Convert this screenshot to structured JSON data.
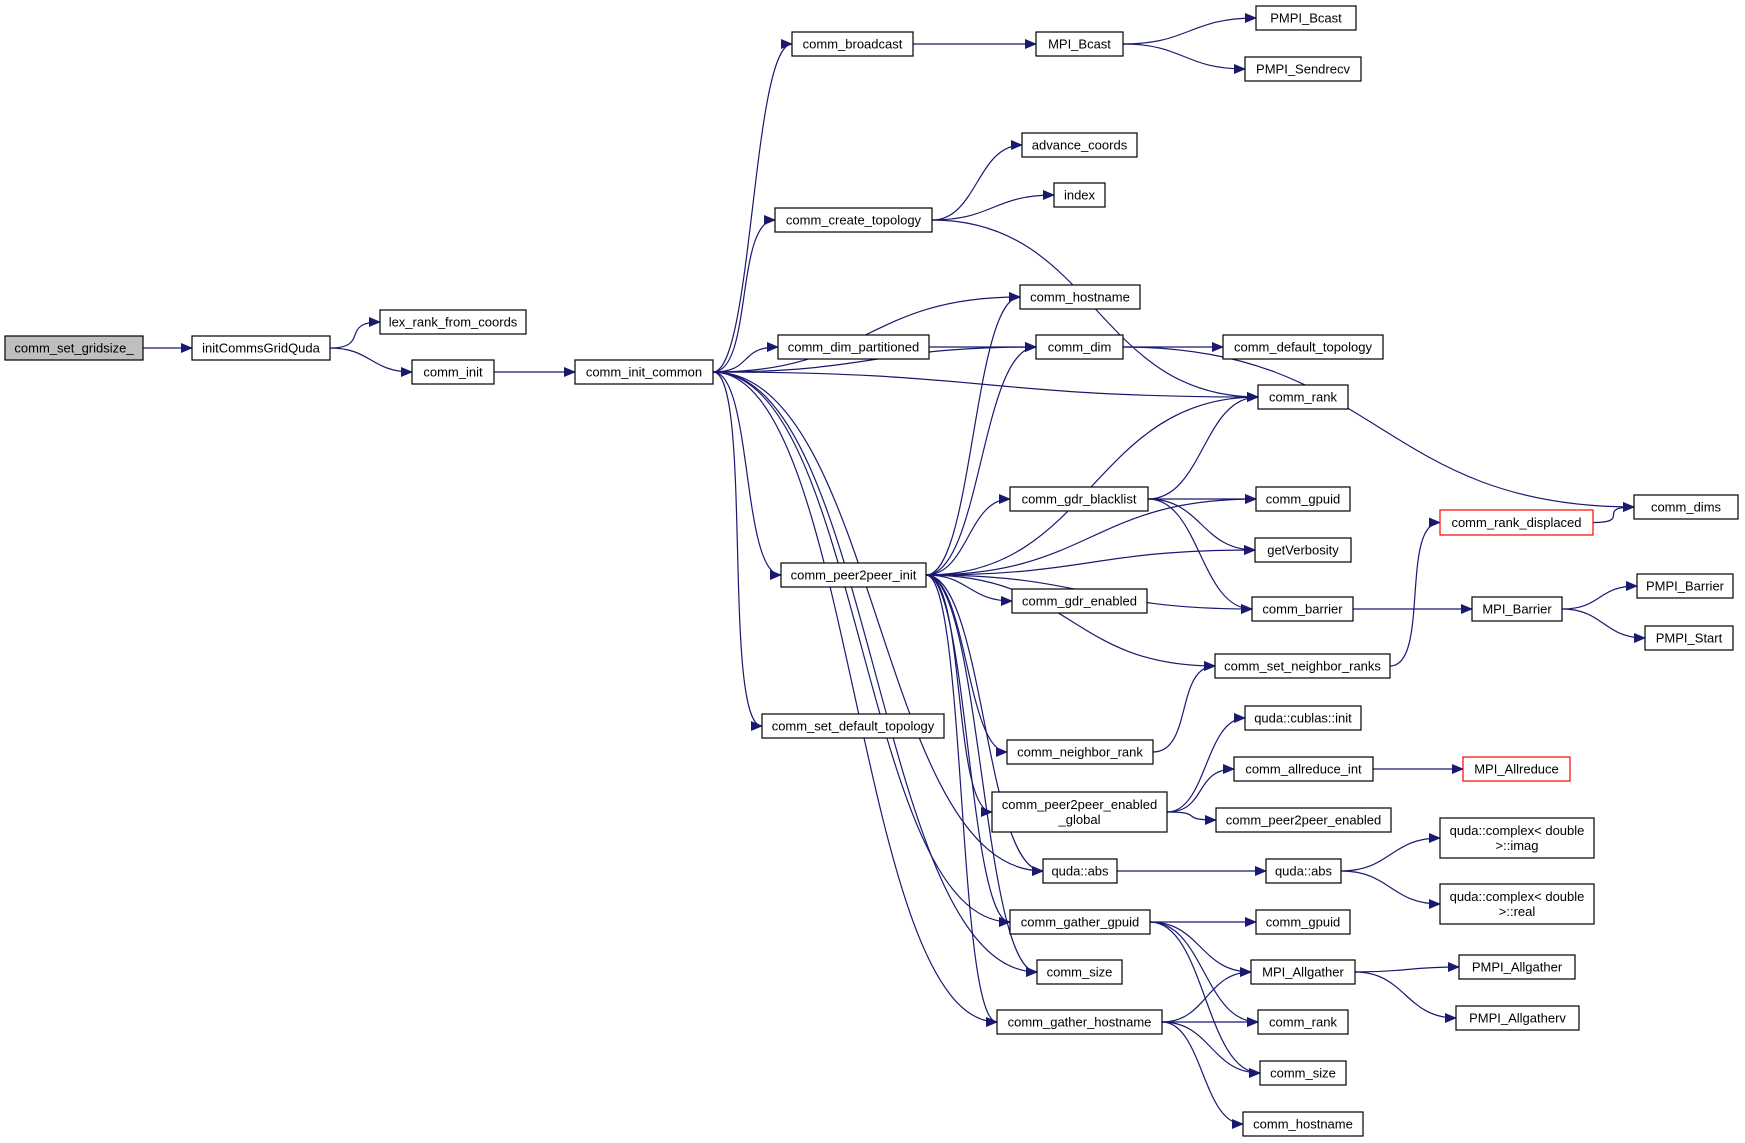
{
  "colors": {
    "edge": "#191970",
    "root_fill": "#bfbfbf",
    "truncated_border": "#ff0000",
    "node_border": "#000000"
  },
  "nodes": [
    {
      "id": "comm_set_gridsize_",
      "label": "comm_set_gridsize_",
      "root": true
    },
    {
      "id": "initCommsGridQuda",
      "label": "initCommsGridQuda"
    },
    {
      "id": "lex_rank_from_coords",
      "label": "lex_rank_from_coords"
    },
    {
      "id": "comm_init",
      "label": "comm_init"
    },
    {
      "id": "comm_init_common",
      "label": "comm_init_common"
    },
    {
      "id": "comm_broadcast",
      "label": "comm_broadcast"
    },
    {
      "id": "MPI_Bcast",
      "label": "MPI_Bcast"
    },
    {
      "id": "PMPI_Bcast",
      "label": "PMPI_Bcast"
    },
    {
      "id": "PMPI_Sendrecv",
      "label": "PMPI_Sendrecv"
    },
    {
      "id": "advance_coords",
      "label": "advance_coords"
    },
    {
      "id": "comm_create_topology",
      "label": "comm_create_topology"
    },
    {
      "id": "index",
      "label": "index"
    },
    {
      "id": "comm_hostname",
      "label": "comm_hostname"
    },
    {
      "id": "comm_dim_partitioned",
      "label": "comm_dim_partitioned"
    },
    {
      "id": "comm_dim",
      "label": "comm_dim"
    },
    {
      "id": "comm_default_topology",
      "label": "comm_default_topology"
    },
    {
      "id": "comm_rank",
      "label": "comm_rank"
    },
    {
      "id": "comm_gdr_blacklist",
      "label": "comm_gdr_blacklist"
    },
    {
      "id": "comm_gpuid",
      "label": "comm_gpuid"
    },
    {
      "id": "comm_rank_displaced",
      "label": "comm_rank_displaced",
      "truncated": true
    },
    {
      "id": "comm_dims",
      "label": "comm_dims"
    },
    {
      "id": "getVerbosity",
      "label": "getVerbosity"
    },
    {
      "id": "comm_peer2peer_init",
      "label": "comm_peer2peer_init"
    },
    {
      "id": "comm_gdr_enabled",
      "label": "comm_gdr_enabled"
    },
    {
      "id": "comm_barrier",
      "label": "comm_barrier"
    },
    {
      "id": "MPI_Barrier",
      "label": "MPI_Barrier"
    },
    {
      "id": "PMPI_Barrier",
      "label": "PMPI_Barrier"
    },
    {
      "id": "PMPI_Start",
      "label": "PMPI_Start"
    },
    {
      "id": "comm_set_neighbor_ranks",
      "label": "comm_set_neighbor_ranks"
    },
    {
      "id": "comm_set_default_topology",
      "label": "comm_set_default_topology"
    },
    {
      "id": "comm_neighbor_rank",
      "label": "comm_neighbor_rank"
    },
    {
      "id": "quda_cublas_init",
      "label": "quda::cublas::init"
    },
    {
      "id": "comm_allreduce_int",
      "label": "comm_allreduce_int"
    },
    {
      "id": "MPI_Allreduce",
      "label": "MPI_Allreduce",
      "truncated": true
    },
    {
      "id": "comm_peer2peer_enabled_global",
      "label": [
        "comm_peer2peer_enabled",
        "_global"
      ]
    },
    {
      "id": "comm_peer2peer_enabled",
      "label": "comm_peer2peer_enabled"
    },
    {
      "id": "quda_complex_imag",
      "label": [
        "quda::complex< double",
        ">::imag"
      ]
    },
    {
      "id": "quda_abs_1",
      "label": "quda::abs"
    },
    {
      "id": "quda_abs_2",
      "label": "quda::abs"
    },
    {
      "id": "quda_complex_real",
      "label": [
        "quda::complex< double",
        ">::real"
      ]
    },
    {
      "id": "comm_gather_gpuid",
      "label": "comm_gather_gpuid"
    },
    {
      "id": "comm_gpuid_2",
      "label": "comm_gpuid"
    },
    {
      "id": "PMPI_Allgather",
      "label": "PMPI_Allgather"
    },
    {
      "id": "comm_size",
      "label": "comm_size"
    },
    {
      "id": "MPI_Allgather",
      "label": "MPI_Allgather"
    },
    {
      "id": "PMPI_Allgatherv",
      "label": "PMPI_Allgatherv"
    },
    {
      "id": "comm_gather_hostname",
      "label": "comm_gather_hostname"
    },
    {
      "id": "comm_rank_2",
      "label": "comm_rank"
    },
    {
      "id": "comm_size_2",
      "label": "comm_size"
    },
    {
      "id": "comm_hostname_2",
      "label": "comm_hostname"
    }
  ],
  "edges": [
    [
      "comm_set_gridsize_",
      "initCommsGridQuda"
    ],
    [
      "initCommsGridQuda",
      "lex_rank_from_coords"
    ],
    [
      "initCommsGridQuda",
      "comm_init"
    ],
    [
      "comm_init",
      "comm_init_common"
    ],
    [
      "comm_init_common",
      "comm_broadcast"
    ],
    [
      "comm_init_common",
      "comm_rank"
    ],
    [
      "comm_init_common",
      "comm_create_topology"
    ],
    [
      "comm_init_common",
      "comm_hostname"
    ],
    [
      "comm_init_common",
      "comm_dim_partitioned"
    ],
    [
      "comm_init_common",
      "comm_dim"
    ],
    [
      "comm_init_common",
      "comm_peer2peer_init"
    ],
    [
      "comm_init_common",
      "comm_set_default_topology"
    ],
    [
      "comm_init_common",
      "comm_size"
    ],
    [
      "comm_init_common",
      "comm_gather_hostname"
    ],
    [
      "comm_init_common",
      "quda_abs_1"
    ],
    [
      "comm_init_common",
      "comm_gather_gpuid"
    ],
    [
      "comm_broadcast",
      "MPI_Bcast"
    ],
    [
      "MPI_Bcast",
      "PMPI_Bcast"
    ],
    [
      "MPI_Bcast",
      "PMPI_Sendrecv"
    ],
    [
      "comm_create_topology",
      "advance_coords"
    ],
    [
      "comm_create_topology",
      "index"
    ],
    [
      "comm_create_topology",
      "comm_rank"
    ],
    [
      "comm_dim_partitioned",
      "comm_dim"
    ],
    [
      "comm_dim",
      "comm_default_topology"
    ],
    [
      "comm_dim",
      "comm_dims"
    ],
    [
      "comm_peer2peer_init",
      "comm_hostname"
    ],
    [
      "comm_peer2peer_init",
      "comm_dim"
    ],
    [
      "comm_peer2peer_init",
      "comm_rank"
    ],
    [
      "comm_peer2peer_init",
      "comm_gpuid"
    ],
    [
      "comm_peer2peer_init",
      "comm_gdr_blacklist"
    ],
    [
      "comm_peer2peer_init",
      "getVerbosity"
    ],
    [
      "comm_peer2peer_init",
      "comm_gdr_enabled"
    ],
    [
      "comm_peer2peer_init",
      "comm_barrier"
    ],
    [
      "comm_peer2peer_init",
      "comm_set_neighbor_ranks"
    ],
    [
      "comm_peer2peer_init",
      "comm_neighbor_rank"
    ],
    [
      "comm_peer2peer_init",
      "comm_peer2peer_enabled_global"
    ],
    [
      "comm_peer2peer_init",
      "quda_abs_1"
    ],
    [
      "comm_peer2peer_init",
      "comm_gather_gpuid"
    ],
    [
      "comm_peer2peer_init",
      "comm_size"
    ],
    [
      "comm_peer2peer_init",
      "comm_gather_hostname"
    ],
    [
      "comm_gdr_blacklist",
      "comm_rank"
    ],
    [
      "comm_gdr_blacklist",
      "comm_gpuid"
    ],
    [
      "comm_gdr_blacklist",
      "getVerbosity"
    ],
    [
      "comm_gdr_blacklist",
      "comm_barrier"
    ],
    [
      "comm_rank_displaced",
      "comm_dims"
    ],
    [
      "comm_barrier",
      "MPI_Barrier"
    ],
    [
      "MPI_Barrier",
      "PMPI_Barrier"
    ],
    [
      "MPI_Barrier",
      "PMPI_Start"
    ],
    [
      "comm_set_neighbor_ranks",
      "comm_rank_displaced"
    ],
    [
      "comm_neighbor_rank",
      "comm_set_neighbor_ranks"
    ],
    [
      "comm_peer2peer_enabled_global",
      "quda_cublas_init"
    ],
    [
      "comm_peer2peer_enabled_global",
      "comm_allreduce_int"
    ],
    [
      "comm_peer2peer_enabled_global",
      "comm_peer2peer_enabled"
    ],
    [
      "comm_allreduce_int",
      "MPI_Allreduce"
    ],
    [
      "quda_abs_1",
      "quda_abs_2"
    ],
    [
      "quda_abs_2",
      "quda_complex_imag"
    ],
    [
      "quda_abs_2",
      "quda_complex_real"
    ],
    [
      "comm_gather_gpuid",
      "comm_gpuid_2"
    ],
    [
      "comm_gather_gpuid",
      "MPI_Allgather"
    ],
    [
      "comm_gather_gpuid",
      "comm_rank_2"
    ],
    [
      "comm_gather_gpuid",
      "comm_size_2"
    ],
    [
      "MPI_Allgather",
      "PMPI_Allgather"
    ],
    [
      "MPI_Allgather",
      "PMPI_Allgatherv"
    ],
    [
      "comm_gather_hostname",
      "MPI_Allgather"
    ],
    [
      "comm_gather_hostname",
      "comm_rank_2"
    ],
    [
      "comm_gather_hostname",
      "comm_size_2"
    ],
    [
      "comm_gather_hostname",
      "comm_hostname_2"
    ]
  ]
}
